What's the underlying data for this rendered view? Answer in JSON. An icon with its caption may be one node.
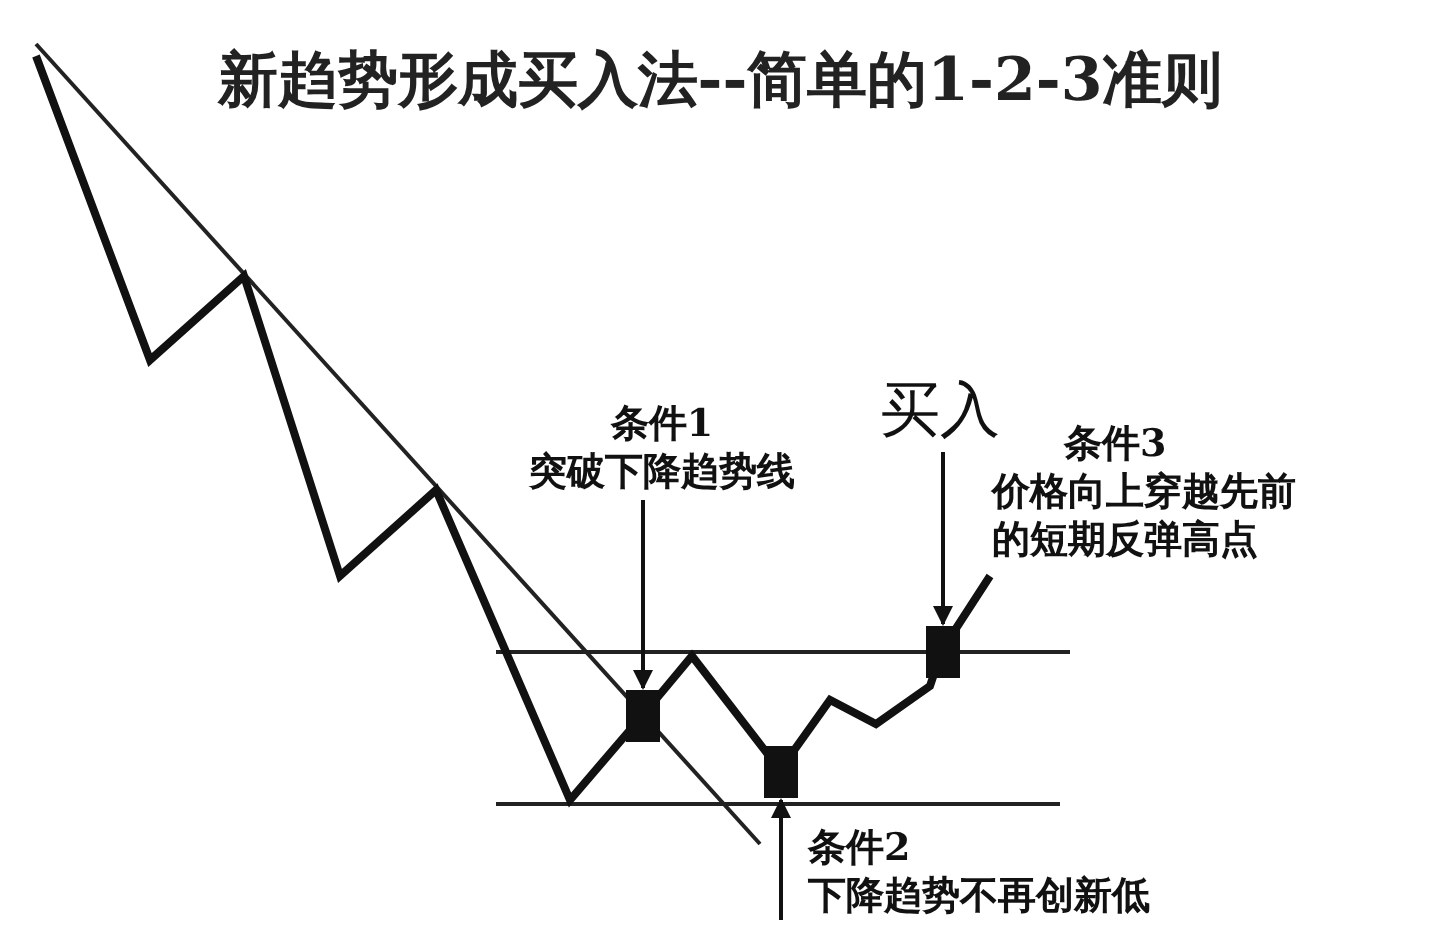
{
  "diagram": {
    "title": "新趋势形成买入法--简单的1-2-3准则",
    "nodes": [
      {
        "text": [
          "条件1",
          "突破下降趋势线"
        ]
      },
      {
        "text": [],
        "shape": "box"
      },
      {
        "text": [
          "买入"
        ]
      },
      {
        "text": [],
        "shape": "box"
      },
      {
        "text": [
          "条件3",
          "价格向上穿越先前的短期反弹高点"
        ]
      },
      {
        "text": [],
        "shape": "box"
      },
      {
        "text": [
          "条件2",
          "下降趋势不再创新低"
        ]
      }
    ],
    "edges": [
      {
        "from": 0,
        "to": 1,
        "arrow": "to"
      },
      {
        "from": 2,
        "to": 3,
        "arrow": "to"
      },
      {
        "from": 6,
        "to": 5,
        "arrow": "to"
      }
    ]
  }
}
